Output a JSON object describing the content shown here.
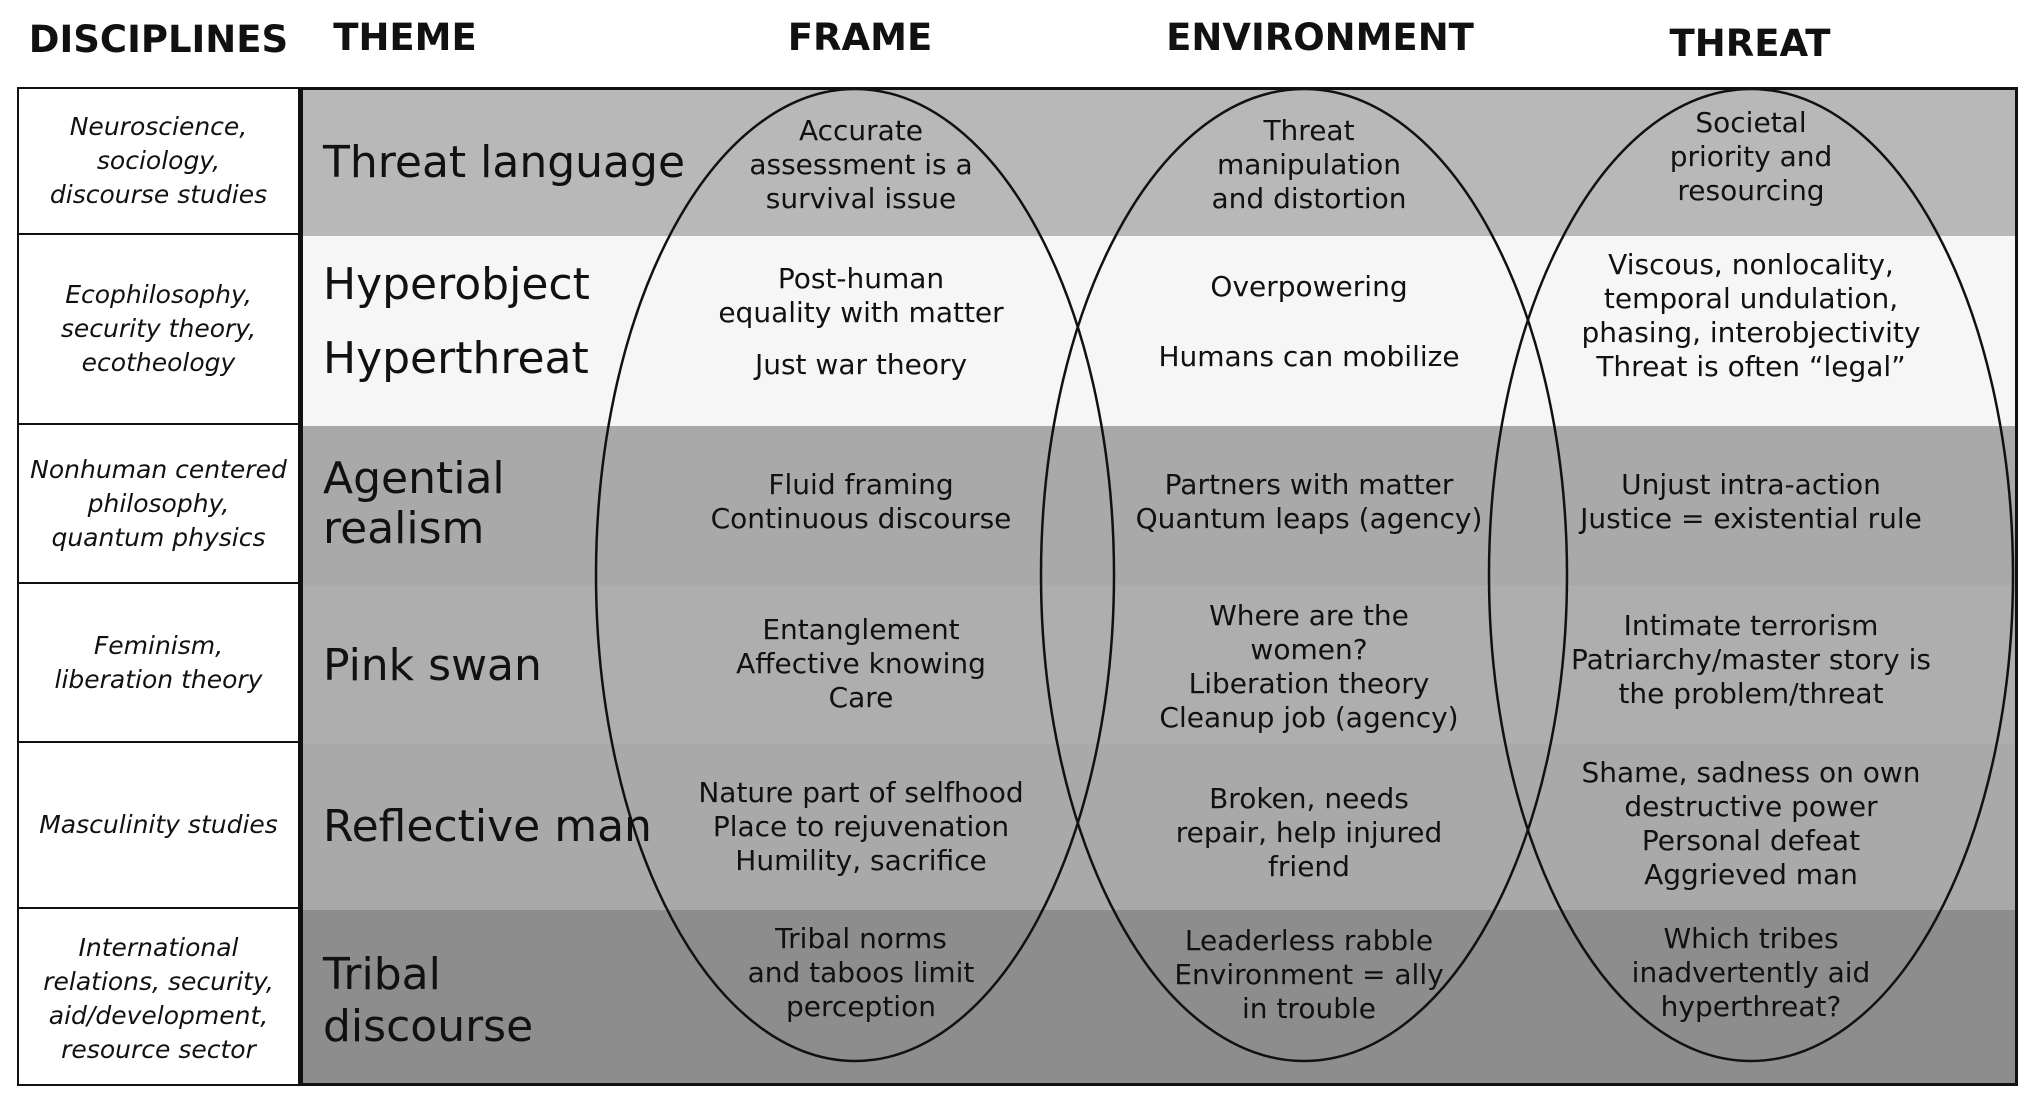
{
  "headers": {
    "disciplines": "DISCIPLINES",
    "theme": "THEME",
    "frame": "FRAME",
    "environment": "ENVIRONMENT",
    "threat": "THREAT"
  },
  "rows": [
    {
      "disciplines": [
        "Neuroscience,",
        "sociology,",
        "discourse studies"
      ],
      "theme": [
        "Threat language"
      ],
      "frame": [
        "Accurate",
        "assessment is a",
        "survival issue"
      ],
      "environment": [
        "Threat",
        "manipulation",
        "and distortion"
      ],
      "threat": [
        "Societal",
        "priority and",
        "resourcing"
      ]
    },
    {
      "disciplines": [
        "Ecophilosophy,",
        "security theory,",
        "ecotheology"
      ],
      "theme": [
        "Hyperobject",
        "Hyperthreat"
      ],
      "frame": [
        "Post-human",
        "equality with matter",
        "",
        "Just war theory"
      ],
      "environment": [
        "Overpowering",
        "",
        "",
        "Humans can mobilize"
      ],
      "threat": [
        "Viscous, nonlocality,",
        "temporal undulation,",
        "phasing, interobjectivity",
        "Threat is often “legal”"
      ]
    },
    {
      "disciplines": [
        "Nonhuman centered",
        "philosophy,",
        "quantum physics"
      ],
      "theme": [
        "Agential",
        "realism"
      ],
      "frame": [
        "Fluid framing",
        "Continuous discourse"
      ],
      "environment": [
        "Partners with matter",
        "Quantum leaps (agency)"
      ],
      "threat": [
        "Unjust intra-action",
        "Justice = existential rule"
      ]
    },
    {
      "disciplines": [
        "Feminism,",
        "liberation theory"
      ],
      "theme": [
        "Pink swan"
      ],
      "frame": [
        "Entanglement",
        "Affective knowing",
        "Care"
      ],
      "environment": [
        "Where are the",
        "women?",
        "Liberation theory",
        "Cleanup job (agency)"
      ],
      "threat": [
        "Intimate terrorism",
        "Patriarchy/master story is",
        "the problem/threat"
      ]
    },
    {
      "disciplines": [
        "Masculinity studies"
      ],
      "theme": [
        "Reflective man"
      ],
      "frame": [
        "Nature part of selfhood",
        "Place to rejuvenation",
        "Humility, sacrifice"
      ],
      "environment": [
        "Broken, needs",
        "repair, help injured",
        "friend"
      ],
      "threat": [
        "Shame, sadness on own",
        "destructive power",
        "Personal defeat",
        "Aggrieved man"
      ]
    },
    {
      "disciplines": [
        "International",
        "relations, security,",
        "aid/development,",
        "resource sector"
      ],
      "theme": [
        "Tribal",
        "discourse"
      ],
      "frame": [
        "Tribal norms",
        "and taboos limit",
        "perception"
      ],
      "environment": [
        "Leaderless rabble",
        "Environment = ally",
        "in trouble"
      ],
      "threat": [
        "Which tribes",
        "inadvertently aid",
        "hyperthreat?"
      ]
    }
  ],
  "colors": {
    "band_row1": "#b8b8b8",
    "band_row2": "#f6f6f6",
    "band_row3": "#a9a9a9",
    "band_row4": "#aeaeae",
    "band_row5": "#a9a9a9",
    "band_row6": "#8d8d8d",
    "outline": "#111111"
  }
}
